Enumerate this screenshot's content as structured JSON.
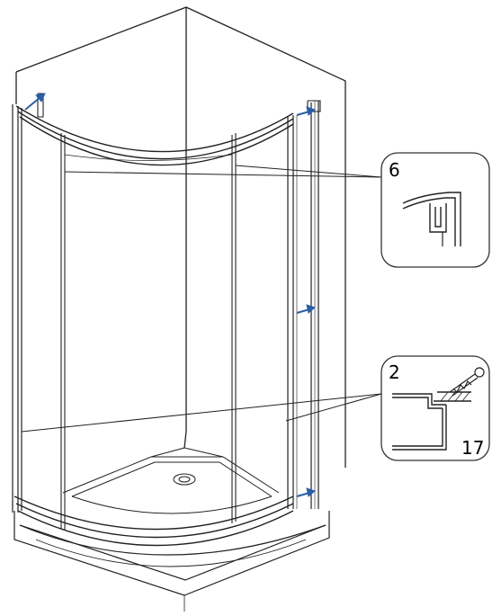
{
  "callouts": {
    "seal": {
      "number": "6"
    },
    "screw": {
      "number": "2",
      "sub_number": "17"
    }
  },
  "colors": {
    "line": "#222222",
    "arrow": "#2a5fa8",
    "callout_border": "#333333"
  },
  "icons": {
    "direction_arrow": "arrow-right-icon",
    "screw": "screw-icon"
  }
}
